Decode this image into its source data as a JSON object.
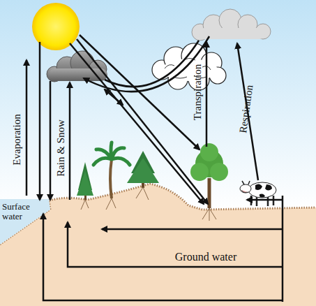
{
  "diagram": {
    "labels": [
      "Evaporation",
      "Rain & Snow",
      "Transpiration",
      "Respiration",
      "Surface water",
      "Ground water"
    ]
  }
}
